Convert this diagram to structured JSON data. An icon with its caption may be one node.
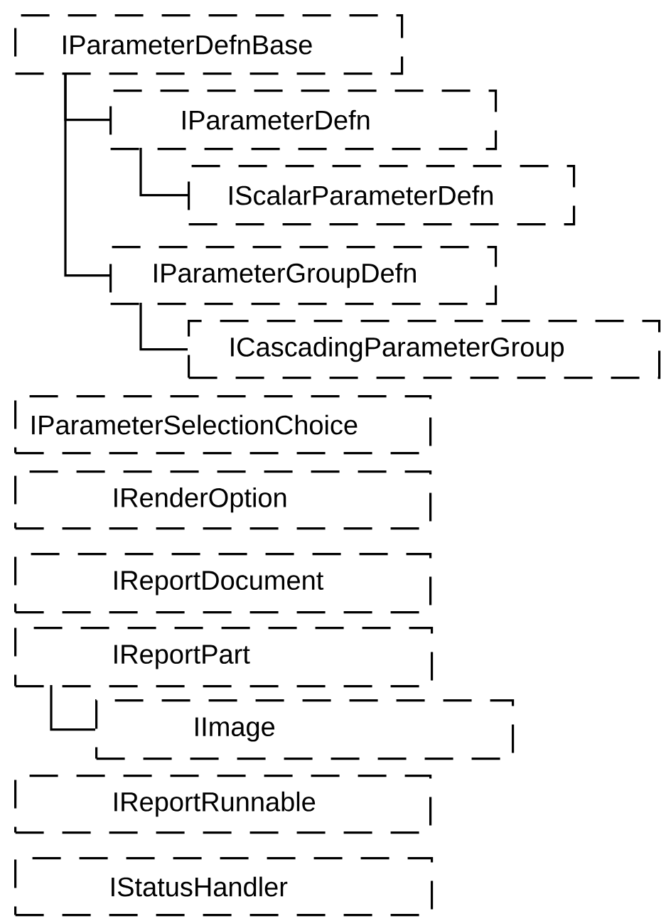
{
  "diagram": {
    "nodes": [
      {
        "text": [
          "IParameterDefnBase"
        ]
      },
      {
        "text": [
          "IParameterDefn"
        ]
      },
      {
        "text": [
          "IScalarParameterDefn"
        ]
      },
      {
        "text": [
          "IParameterGroupDefn"
        ]
      },
      {
        "text": [
          "ICascadingParameterGroup"
        ]
      },
      {
        "text": [
          "IParameterSelectionChoice"
        ]
      },
      {
        "text": [
          "IRenderOption"
        ]
      },
      {
        "text": [
          "IReportDocument"
        ]
      },
      {
        "text": [
          "IReportPart"
        ]
      },
      {
        "text": [
          "IImage"
        ]
      },
      {
        "text": [
          "IReportRunnable"
        ]
      },
      {
        "text": [
          "IStatusHandler"
        ]
      }
    ],
    "edges": [
      {
        "from": 0,
        "to": 1,
        "arrow": "none"
      },
      {
        "from": 1,
        "to": 2,
        "arrow": "none"
      },
      {
        "from": 0,
        "to": 3,
        "arrow": "none"
      },
      {
        "from": 3,
        "to": 4,
        "arrow": "none"
      },
      {
        "from": 8,
        "to": 9,
        "arrow": "none"
      }
    ]
  }
}
